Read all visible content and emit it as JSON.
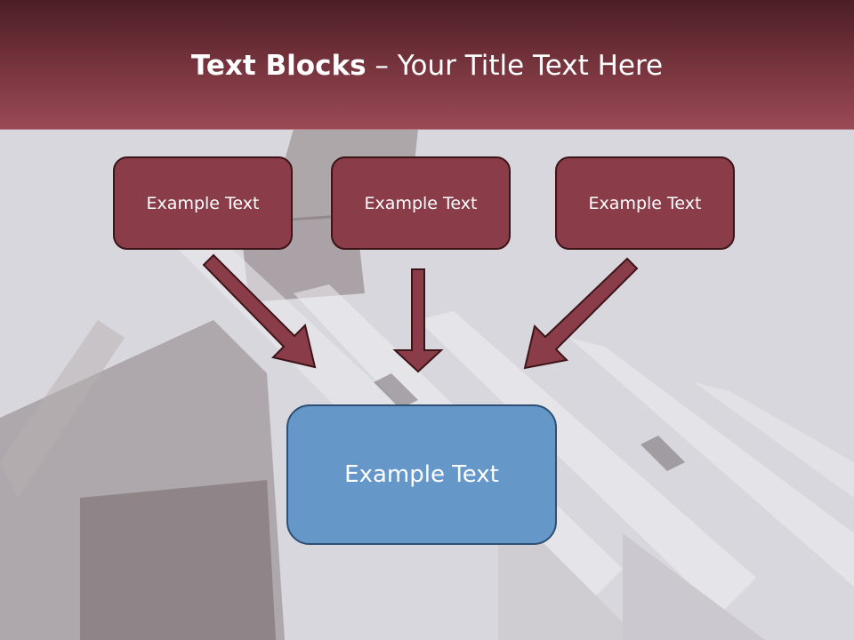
{
  "slide": {
    "title_bold": "Text Blocks",
    "title_rest": " – Your Title Text Here",
    "blocks": [
      {
        "label": "Example Text"
      },
      {
        "label": "Example Text"
      },
      {
        "label": "Example Text"
      }
    ],
    "main_block": {
      "label": "Example Text"
    }
  },
  "colors": {
    "header_dark": "#4a1f25",
    "header_light": "#9a4a55",
    "block_fill": "#8a3d48",
    "block_border": "#3c1519",
    "main_fill": "#6598c9",
    "main_border": "#2d4f73",
    "arrow_fill": "#8a3d48"
  },
  "background": {
    "image": "missile-launcher-photo"
  }
}
